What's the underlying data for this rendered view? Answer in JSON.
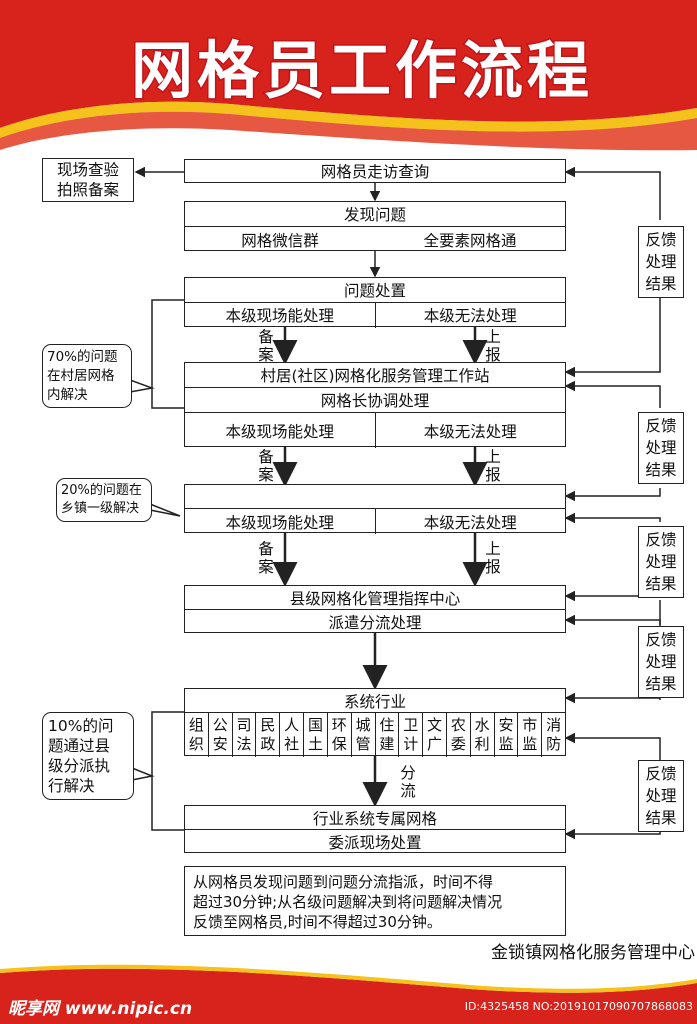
{
  "title": "网格员工作流程",
  "left_top_note": [
    "现场查验",
    "拍照备案"
  ],
  "step1": "网格员走访查询",
  "step2": {
    "title": "发现问题",
    "left": "网格微信群",
    "right": "全要素网格通"
  },
  "step3": {
    "title": "问题处置",
    "left": "本级现场能处理",
    "right": "本级无法处理"
  },
  "arrow_left_label": "备案",
  "arrow_right_label": "上报",
  "step4": {
    "title": "村居(社区)网格化服务管理工作站",
    "sub": "网格长协调处理",
    "left": "本级现场能处理",
    "right": "本级无法处理"
  },
  "step5": {
    "title": "",
    "left": "本级现场能处理",
    "right": "本级无法处理"
  },
  "step6": {
    "title": "县级网格化管理指挥中心",
    "sub": "派遣分流处理"
  },
  "step7": {
    "title": "系统行业",
    "trades": [
      "组织",
      "公安",
      "司法",
      "民政",
      "人社",
      "国土",
      "环保",
      "城管",
      "住建",
      "卫计",
      "文广",
      "农委",
      "水利",
      "安监",
      "市监",
      "消防"
    ]
  },
  "split_label": "分流",
  "step8": {
    "title": "行业系统专属网格",
    "sub": "委派现场处置"
  },
  "feedback_label": [
    "反馈",
    "处理",
    "结果"
  ],
  "bubbles": {
    "b70": [
      "70%的问题",
      "在村居网格",
      "内解决"
    ],
    "b20": [
      "20%的问题在",
      "乡镇一级解决"
    ],
    "b10": [
      "10%的问",
      "题通过县",
      "级分派执",
      "行解决"
    ]
  },
  "note": [
    "从网格员发现问题到问题分流指派，时间不得",
    "超过30分钟;从名级问题解决到将问题解决情况",
    "反馈至网格员,时间不得超过30分钟。"
  ],
  "footer_org": "金锁镇网格化服务管理中心",
  "watermark_left": "昵享网 www.nipic.cn",
  "watermark_right": "ID:4325458 NO:20191017090707868083",
  "colors": {
    "red": "#d8231c",
    "yellow": "#f4c21b",
    "title_fill": "#ffffff",
    "title_stroke": "#c0141a"
  }
}
